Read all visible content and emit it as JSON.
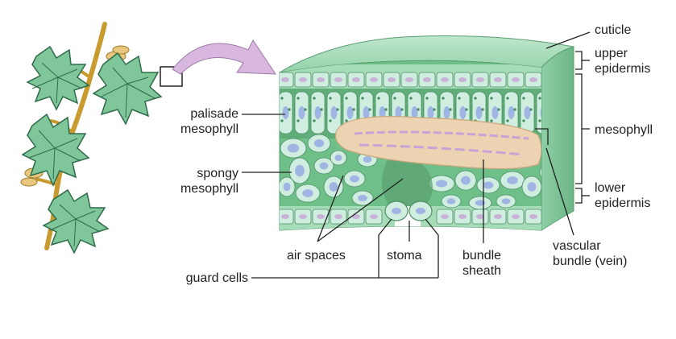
{
  "labels": {
    "cuticle": "cuticle",
    "upper_epidermis": [
      "upper",
      "epidermis"
    ],
    "mesophyll": "mesophyll",
    "lower_epidermis": [
      "lower",
      "epidermis"
    ],
    "palisade_mesophyll": [
      "palisade",
      "mesophyll"
    ],
    "spongy_mesophyll": [
      "spongy",
      "mesophyll"
    ],
    "air_spaces": "air spaces",
    "stoma": "stoma",
    "bundle_sheath": [
      "bundle",
      "sheath"
    ],
    "vascular_bundle": [
      "vascular",
      "bundle (vein)"
    ],
    "guard_cells": "guard cells"
  },
  "colors": {
    "leaf_fill": "#7fc79a",
    "leaf_stroke": "#2f6b48",
    "stem": "#c99a2e",
    "arrow": "#d9b8e0",
    "block_top": "#a8dcb9",
    "tissue": "#6fbf89",
    "cell": "#cfeee0",
    "nucleus": "#9fb6e4",
    "bundle": "#ecd3b2",
    "vacuole": "#c7a3d6",
    "line": "#222222"
  }
}
